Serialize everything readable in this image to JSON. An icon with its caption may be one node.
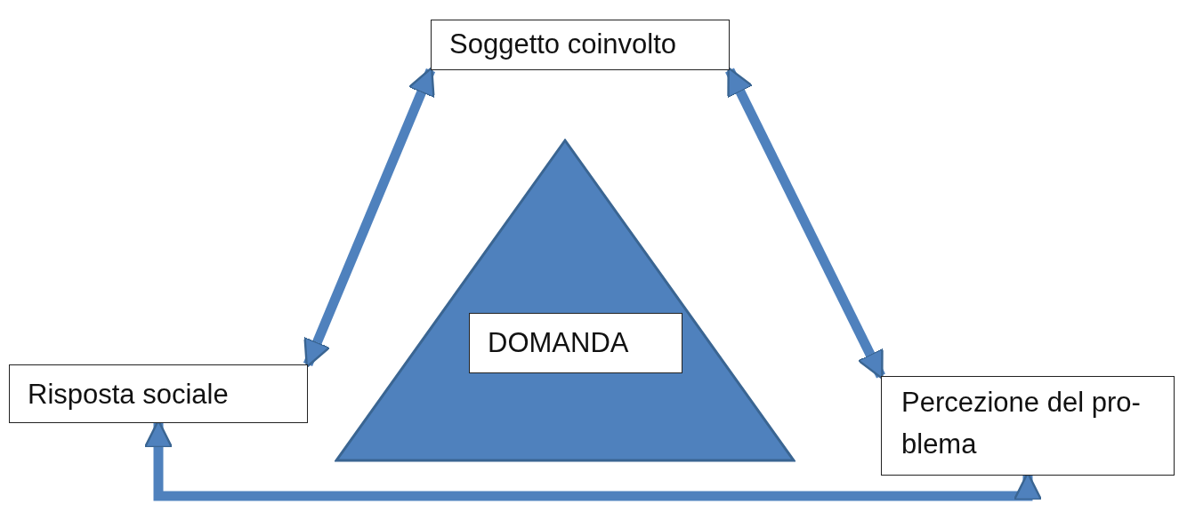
{
  "diagram": {
    "nodes": [
      {
        "text": [
          "Soggetto coinvolto"
        ]
      },
      {
        "text": [],
        "shape": "triangle"
      },
      {
        "text": [
          "DOMANDA"
        ],
        "in": 1
      },
      {
        "text": [
          "Risposta sociale"
        ]
      },
      {
        "text": [
          "Percezione del pro- blema"
        ]
      }
    ],
    "edges": [
      {
        "from": 3,
        "to": 0,
        "arrow": "both"
      },
      {
        "from": 0,
        "to": 4,
        "arrow": "both"
      },
      {
        "from": 3,
        "to": 4,
        "arrow": "both"
      }
    ]
  }
}
